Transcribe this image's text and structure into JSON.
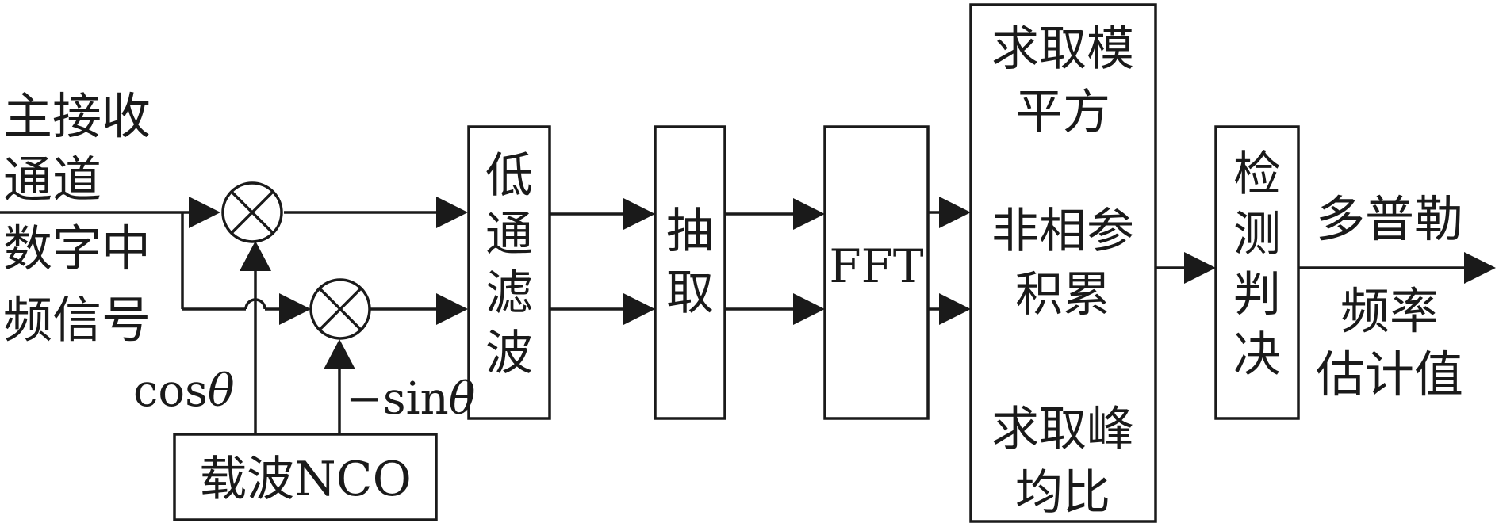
{
  "input": {
    "main_channel": [
      "主接收",
      "通道"
    ],
    "digital_if": [
      "数字中",
      "频信号"
    ]
  },
  "nco": {
    "label": "载波NCO",
    "cos_label_prefix": "cos",
    "sin_label_prefix": "−sin",
    "theta": "θ"
  },
  "blocks": {
    "lpf": [
      "低",
      "通",
      "滤",
      "波"
    ],
    "decim": [
      "抽",
      "取"
    ],
    "fft": "FFT",
    "noncoh": {
      "top": [
        "求取模",
        "平方"
      ],
      "middle": [
        "非相参",
        "积累"
      ],
      "bottom": [
        "求取峰",
        "均比"
      ]
    },
    "detect": [
      "检",
      "测",
      "判",
      "决"
    ]
  },
  "output": {
    "top": [
      "多普勒"
    ],
    "bottom": [
      "频率",
      "估计值"
    ]
  },
  "colors": {
    "stroke": "#1a1a1a",
    "background": "#ffffff"
  }
}
